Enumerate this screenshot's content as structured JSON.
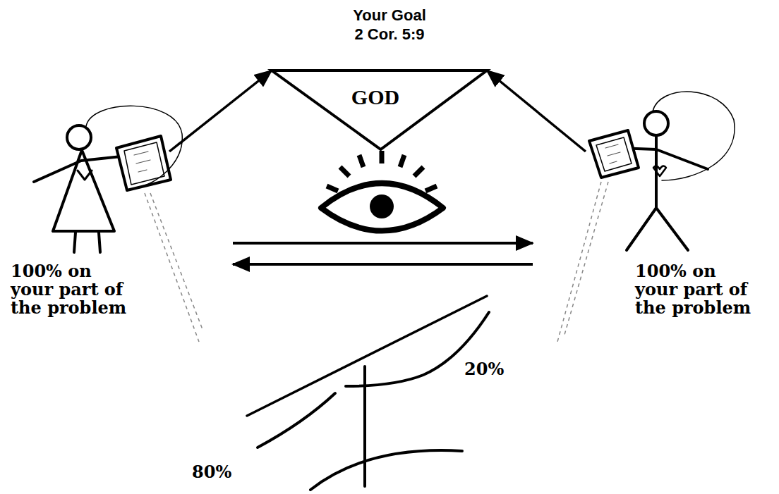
{
  "diagram": {
    "title": "Your Goal 2 Cor. 5:9",
    "nodes": [
      {
        "text": [
          "100% on your part of the problem"
        ]
      },
      {
        "text": [
          "GOD"
        ]
      },
      {
        "text": [
          "100% on your part of the problem"
        ]
      }
    ],
    "edges": [
      {
        "from": 0,
        "to": 1,
        "arrow": "to"
      },
      {
        "from": 2,
        "to": 1,
        "arrow": "to"
      },
      {
        "from": 0,
        "to": 2,
        "arrow": "to"
      },
      {
        "from": 2,
        "to": 0,
        "arrow": "to"
      }
    ],
    "labels": [
      "20%",
      "80%"
    ]
  }
}
